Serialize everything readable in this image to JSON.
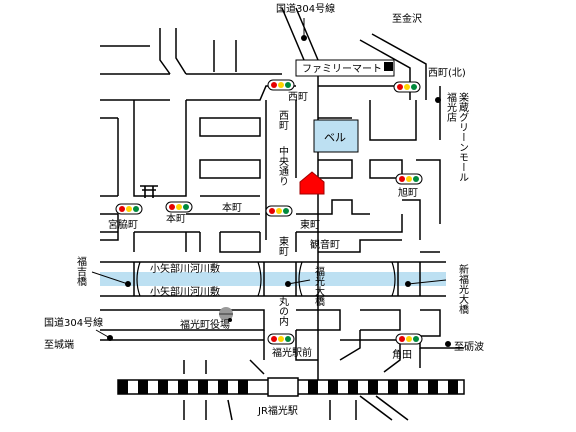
{
  "labels": {
    "route304_north": "国道304号線",
    "to_kanazawa": "至金沢",
    "family_mart": "ファミリーマート",
    "nishimachi_north": "西町(北)",
    "nishimachi_signal": "西町",
    "rakuzo": "楽蔵グリーンモール",
    "fukumitsu_shop": "福光店",
    "nishimachi_street": "西町",
    "chuo_dori": "中央通り",
    "bell": "ベル",
    "asahimachi": "旭町",
    "miyawaki": "宮脇町",
    "honmachi_signal": "本町",
    "honmachi_street": "本町",
    "higashimachi_signal": "東町",
    "higashimachi_street": "東町",
    "kannonmachi": "観音町",
    "fukuyoshi_bridge": "福吉橋",
    "oyabe_river_top": "小矢部川河川敷",
    "oyabe_river_bottom": "小矢部川河川敷",
    "fukumitsu_ohashi": "福光大橋",
    "shin_fukumitsu_ohashi": "新福光大橋",
    "marunouchi": "丸の内",
    "route304_south": "国道304号線",
    "town_hall": "福光町役場",
    "to_jobata": "至城端",
    "fukumitsu_eki_mae": "福光駅前",
    "kakuta": "角田",
    "to_tonami": "至砺波",
    "jr_station": "JR福光駅"
  },
  "colors": {
    "road": "#000000",
    "river": "#bde0f2",
    "bell_fill": "#bde0f2",
    "marker": "#ff0000",
    "signal_red": "#e60000",
    "signal_yellow": "#ffd400",
    "signal_green": "#008a3c"
  },
  "icons": {
    "traffic_signal": "traffic-signal-icon",
    "shrine": "torii-icon",
    "store": "convenience-store-icon",
    "destination": "house-marker-icon",
    "town_hall": "town-hall-icon"
  }
}
